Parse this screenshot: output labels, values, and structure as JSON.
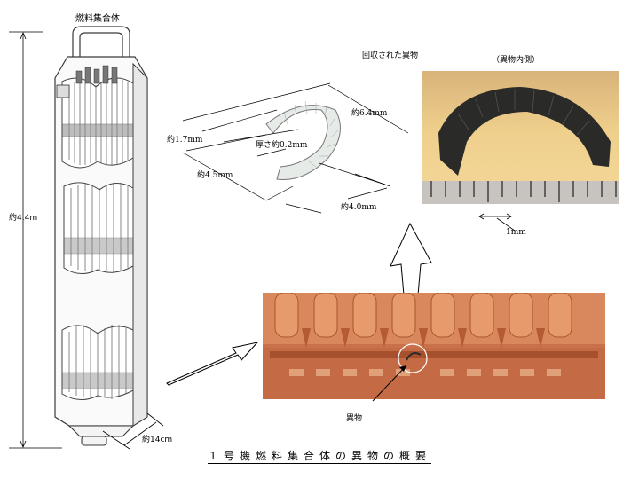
{
  "assembly": {
    "title": "燃料集合体",
    "length_label": "約4.4m",
    "width_label": "約14cm"
  },
  "debris_drawing": {
    "label_length": "約6.4mm",
    "label_height": "約1.7mm",
    "label_thickness": "厚さ約0.2mm",
    "label_width_a": "約4.5mm",
    "label_width_b": "約4.0mm"
  },
  "recovered_photo": {
    "title": "回収された異物",
    "subtitle": "（異物内側）",
    "scale_label": "1mm"
  },
  "location_photo": {
    "pointer_label": "異物"
  },
  "caption": "１号機燃料集合体の異物の概要",
  "colors": {
    "assembly_outline": "#3a3a3a",
    "photo_copper": "#c8714a",
    "photo_background": "#f0c070",
    "debris_dark": "#2a2a28"
  }
}
